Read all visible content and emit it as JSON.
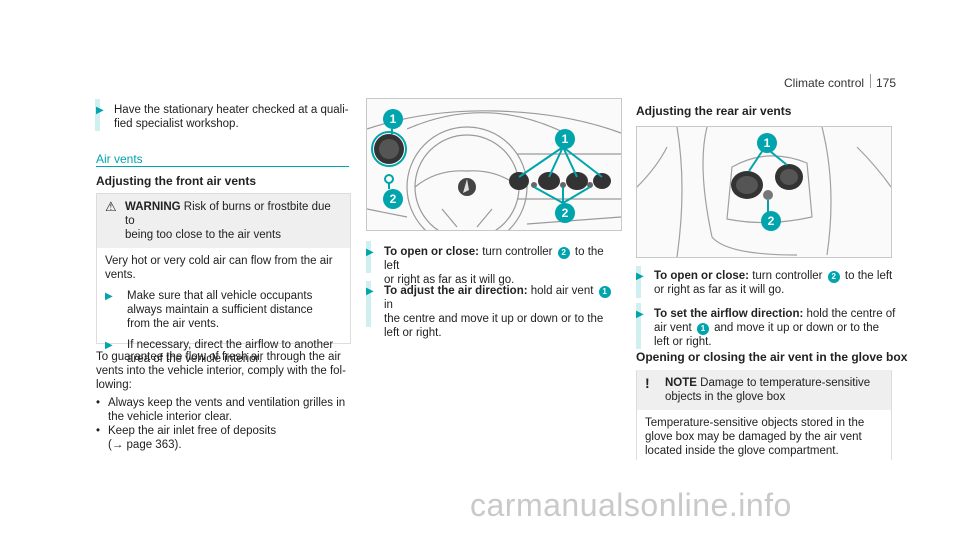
{
  "header": {
    "section": "Climate control",
    "page_number": "175"
  },
  "left": {
    "intro_bullet": "Have the stationary heater checked at a quali-fied specialist workshop.",
    "intro_lines": [
      "Have the stationary heater checked at a quali-",
      "fied specialist workshop."
    ],
    "section_title": "Air vents",
    "subheading": "Adjusting the front air vents",
    "warning": {
      "label": "WARNING",
      "title_lines": [
        "Risk of burns or frostbite due to",
        "being too close to the air vents"
      ],
      "body_lines": [
        "Very hot or very cold air can flow from the air",
        "vents."
      ],
      "steps": [
        [
          "Make sure that all vehicle occupants",
          "always maintain a sufficient distance",
          "from the air vents."
        ],
        [
          "If necessary, direct the airflow to another",
          "area of the vehicle interior."
        ]
      ]
    },
    "para_lines": [
      "To guarantee the flow of fresh air through the air",
      "vents into the vehicle interior, comply with the fol-",
      "lowing:"
    ],
    "dots": [
      [
        "Always keep the vents and ventilation grilles in",
        "the vehicle interior clear."
      ],
      [
        "Keep the air inlet free of deposits",
        "(→ page 363)."
      ]
    ]
  },
  "middle": {
    "callouts": [
      "1",
      "2",
      "1",
      "2"
    ],
    "step1": {
      "label": "To open or close:",
      "text_a": "turn controller",
      "badge": "2",
      "text_b": "to the left",
      "line2": "or right as far as it will go."
    },
    "step2": {
      "label": "To adjust the air direction:",
      "text_a": "hold air vent",
      "badge": "1",
      "text_b": "in",
      "line2": "the centre and move it up or down or to the",
      "line3": "left or right."
    }
  },
  "right": {
    "heading": "Adjusting the rear air vents",
    "callouts": [
      "1",
      "2"
    ],
    "step1": {
      "label": "To open or close:",
      "text_a": "turn controller",
      "badge": "2",
      "text_b": "to the left",
      "line2": "or right as far as it will go."
    },
    "step2": {
      "label": "To set the airflow direction:",
      "text_a": "hold the centre of",
      "line2a": "air vent",
      "badge": "1",
      "line2b": "and move it up or down or to the",
      "line3": "left or right."
    },
    "glovebox_heading": "Opening or closing the air vent in the glove box",
    "note": {
      "label": "NOTE",
      "title_lines": [
        "Damage to temperature-sensitive",
        "objects in the glove box"
      ],
      "body_lines": [
        "Temperature-sensitive objects stored in the",
        "glove box may be damaged by the air vent",
        "located inside the glove compartment."
      ]
    }
  },
  "watermark": "carmanualsonline.info"
}
